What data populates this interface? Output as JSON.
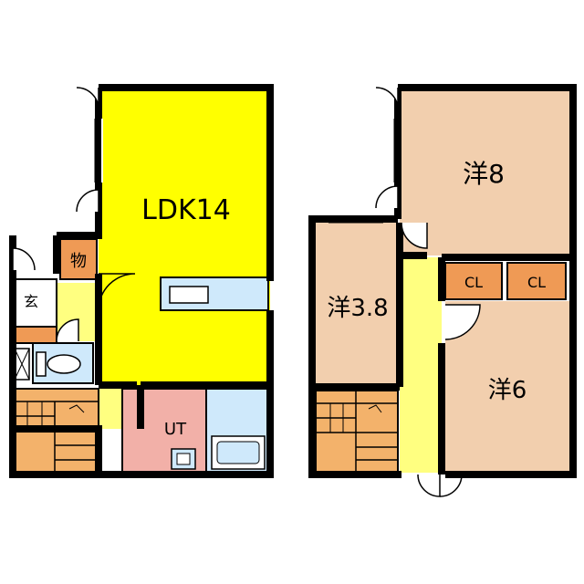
{
  "floor1": {
    "ldk_label": "LDK14",
    "storage_label": "物",
    "entrance_label": "玄",
    "utility_label": "UT"
  },
  "floor2": {
    "western_8_label": "洋8",
    "western_38_label": "洋3.8",
    "western_6_label": "洋6",
    "closet_1_label": "CL",
    "closet_2_label": "CL"
  },
  "colors": {
    "ldk": "#ffff00",
    "corridor": "#ffff80",
    "western_room": "#f2cfae",
    "closet": "#ef9a55",
    "stairs": "#f3b26b",
    "utility": "#f2b0a8",
    "bath": "#cfe9fb",
    "storage": "#ef9a55"
  },
  "icons": [
    "stairs-icon",
    "toilet-icon",
    "sink-icon",
    "bathtub-icon",
    "kitchen-counter-icon",
    "door-swing-icon",
    "window-icon"
  ]
}
